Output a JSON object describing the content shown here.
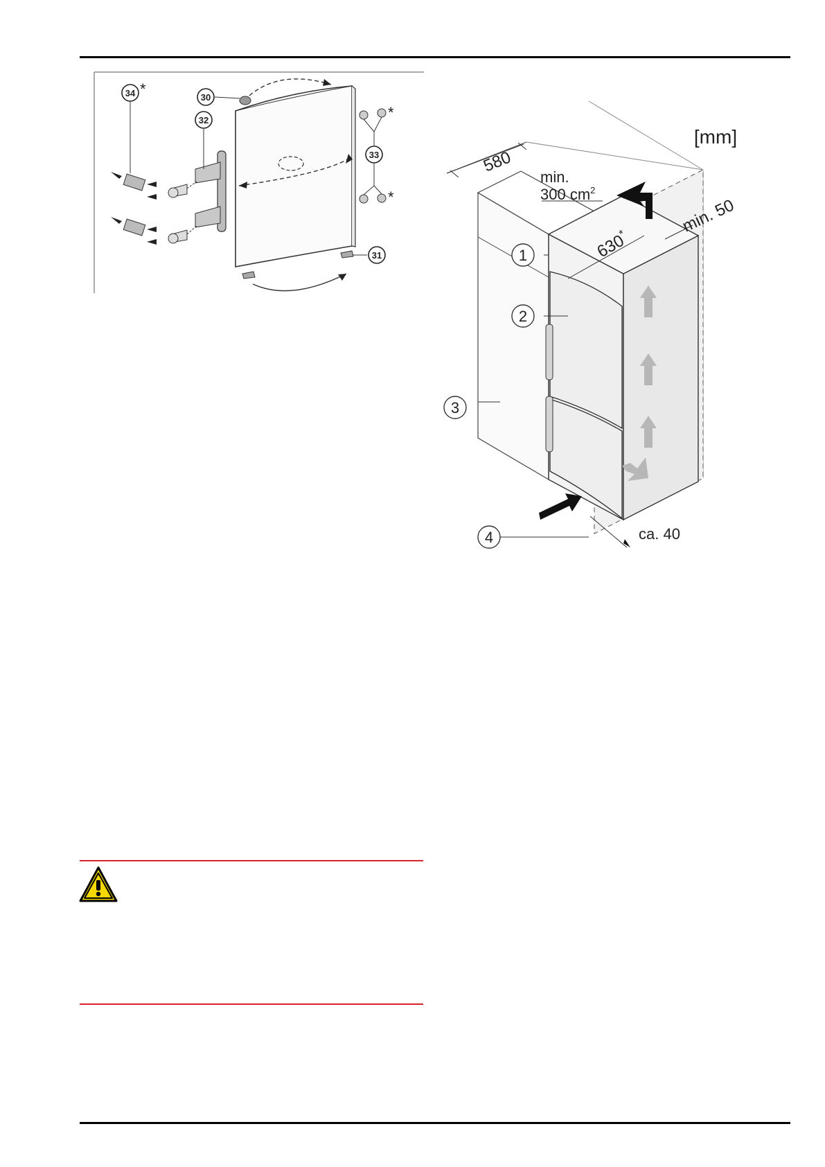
{
  "door_figure": {
    "callouts": [
      {
        "num": "30",
        "asterisk": ""
      },
      {
        "num": "31",
        "asterisk": ""
      },
      {
        "num": "32",
        "asterisk": ""
      },
      {
        "num": "33",
        "asterisk": "*"
      },
      {
        "num": "34",
        "asterisk": "*"
      }
    ],
    "extra_asterisk": "*"
  },
  "install_figure": {
    "unit_label": "[mm]",
    "dims": {
      "depth": "580",
      "vent_line1": "min.",
      "vent_line2": "300 cm",
      "vent_sup": "2",
      "width": "630",
      "width_sup": "*",
      "top_gap": "min. 50",
      "bottom_gap": "ca. 40"
    },
    "callouts": [
      "1",
      "2",
      "3",
      "4"
    ]
  },
  "warning": {
    "icon": "warning-triangle-icon",
    "colors": {
      "rule": "#d8232a",
      "icon_fill": "#f5d800",
      "icon_stroke": "#000000"
    }
  }
}
